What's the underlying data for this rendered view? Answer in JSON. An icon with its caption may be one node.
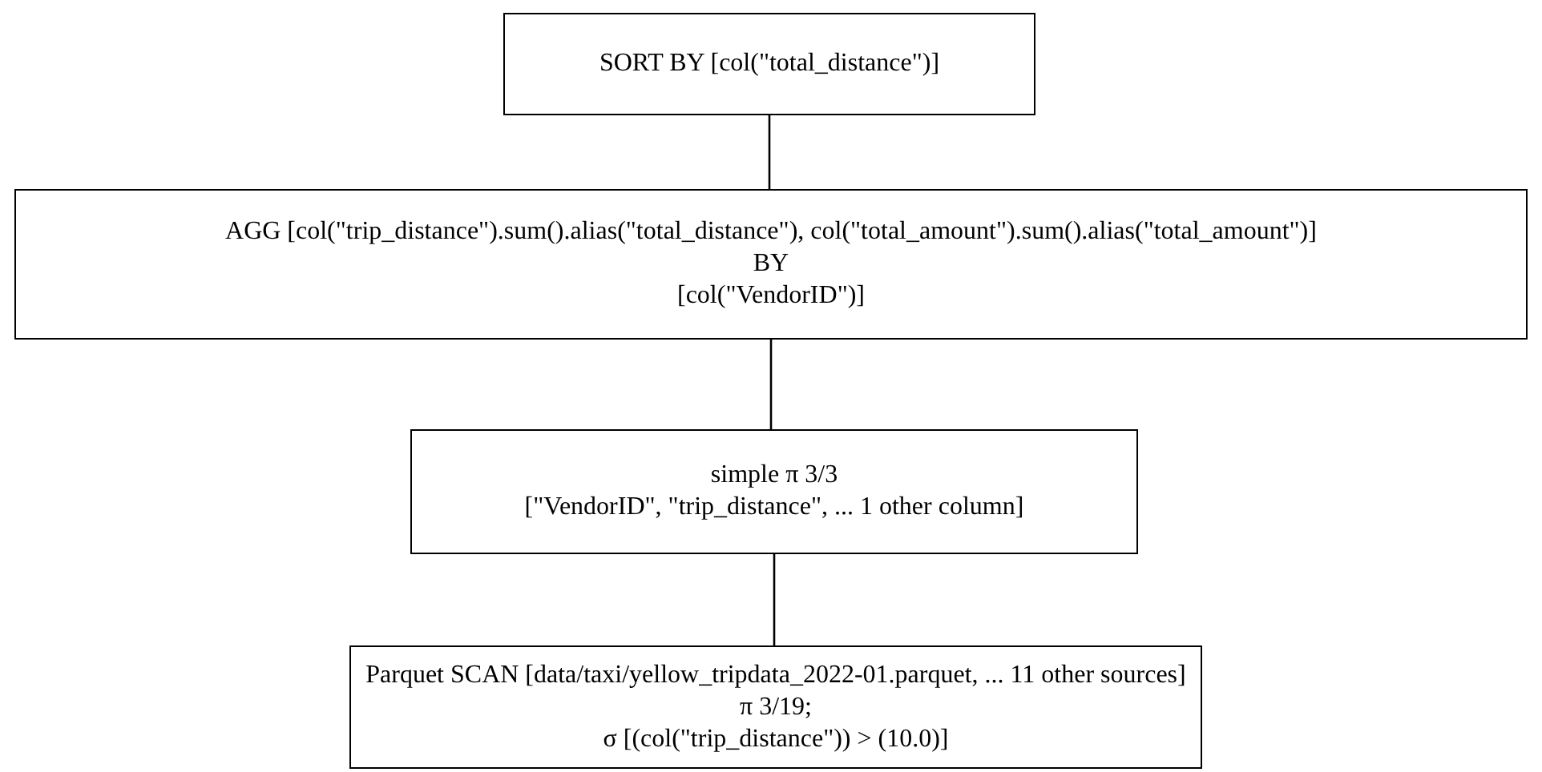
{
  "diagram": {
    "nodes": [
      {
        "text": [
          "SORT BY [col(\"total_distance\")]"
        ]
      },
      {
        "text": [
          "AGG [col(\"trip_distance\").sum().alias(\"total_distance\"), col(\"total_amount\").sum().alias(\"total_amount\")]",
          "BY",
          "[col(\"VendorID\")]"
        ]
      },
      {
        "text": [
          "simple π 3/3",
          "[\"VendorID\", \"trip_distance\", ... 1 other column]"
        ]
      },
      {
        "text": [
          "Parquet SCAN [data/taxi/yellow_tripdata_2022-01.parquet, ... 11 other sources]",
          "π 3/19;",
          "σ [(col(\"trip_distance\")) > (10.0)]"
        ]
      }
    ],
    "edges": [
      {
        "from": 0,
        "to": 1,
        "arrow": "none"
      },
      {
        "from": 1,
        "to": 2,
        "arrow": "none"
      },
      {
        "from": 2,
        "to": 3,
        "arrow": "none"
      }
    ]
  }
}
